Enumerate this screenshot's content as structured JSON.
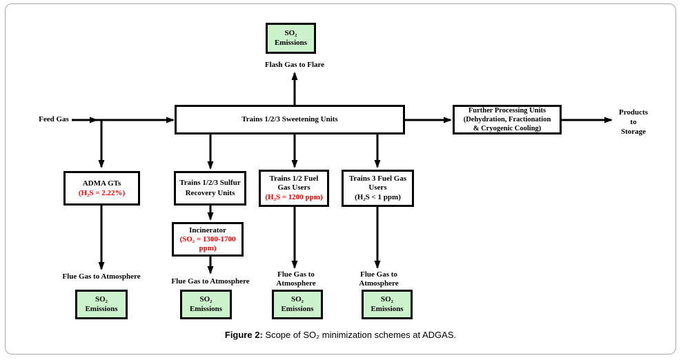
{
  "figure": {
    "caption_prefix": "Figure 2:",
    "caption_text": " Scope of SO₂ minimization schemes at ADGAS."
  },
  "colors": {
    "emission_box_fill": "#ccf2cc",
    "value_text_red": "#ff0000",
    "line_black": "#000000",
    "frame_gray": "#aaaaaa"
  },
  "diagram": {
    "emission_label": "SO₂\nEmissions",
    "nodes": {
      "sweetening": "Trains 1/2/3 Sweetening Units",
      "further_processing": "Further Processing Units\n(Dehydration, Fractionation\n& Cryogenic Cooling)",
      "adma_name": "ADMA GTs",
      "adma_value": "(H₂S = 2.22%)",
      "sulfur_recovery": "Trains 1/2/3 Sulfur\nRecovery Units",
      "fuel_gas_12_name": "Trains 1/2 Fuel\nGas Users",
      "fuel_gas_12_value": "(H₂S = 1200 ppm)",
      "fuel_gas_3_name": "Trains 3 Fuel Gas\nUsers",
      "fuel_gas_3_value": "(H₂S < 1 ppm)",
      "incinerator_name": "Incinerator",
      "incinerator_value": "(SO₂ = 1300-1700\nppm)"
    },
    "labels": {
      "feed_gas": "Feed Gas",
      "flash_gas_to_flare": "Flash Gas to Flare",
      "products_to_storage": "Products\nto\nStorage",
      "flue_gas_1": "Flue Gas to Atmosphere",
      "flue_gas_2": "Flue Gas to Atmosphere",
      "flue_gas_3": "Flue Gas to\nAtmosphere",
      "flue_gas_4": "Flue Gas to\nAtmosphere"
    }
  }
}
